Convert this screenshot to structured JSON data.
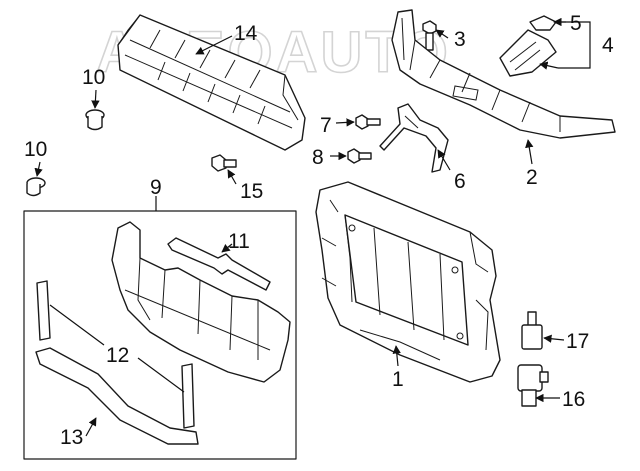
{
  "watermark": "AAEOAUTO",
  "callouts": {
    "c1": "1",
    "c2": "2",
    "c3": "3",
    "c4": "4",
    "c5": "5",
    "c6": "6",
    "c7": "7",
    "c8": "8",
    "c9": "9",
    "c10a": "10",
    "c10b": "10",
    "c11": "11",
    "c12": "12",
    "c13": "13",
    "c14": "14",
    "c15": "15",
    "c16": "16",
    "c17": "17"
  }
}
